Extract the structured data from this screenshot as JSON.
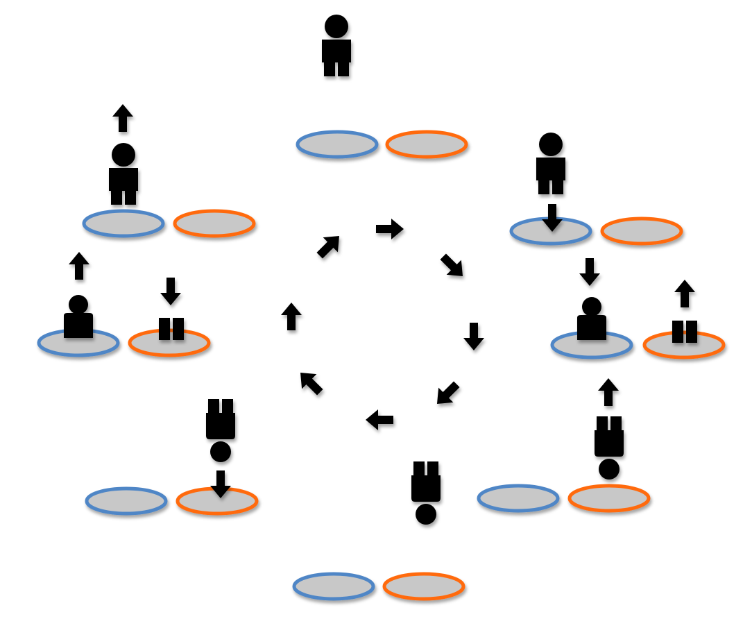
{
  "colors": {
    "background": "#ffffff",
    "pad_fill": "#c8c8c8",
    "pad_stroke_left": "#4f86c6",
    "pad_stroke_right": "#ff6a10",
    "figure": "#000000",
    "arrow": "#000000"
  },
  "icons": {
    "pad": "disc-platform",
    "figure_upright": "person-upright-icon",
    "figure_inverted": "person-inverted-icon",
    "figure_half": "person-half-icon",
    "figure_legs": "person-legs-icon",
    "arrow": "arrow-icon"
  },
  "diagram": {
    "type": "cycle",
    "stages": 8,
    "direction": "clockwise",
    "text_labels": []
  }
}
